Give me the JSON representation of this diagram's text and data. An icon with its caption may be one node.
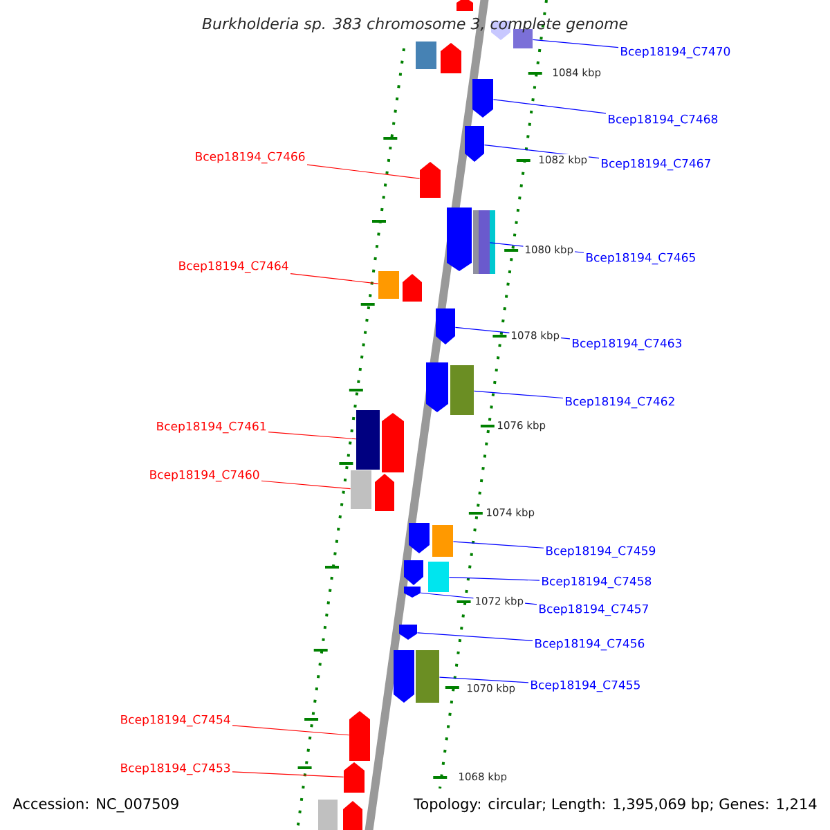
{
  "diagram": {
    "title": "Burkholderia sp. 383 chromosome 3, complete genome",
    "nodes": [
      {
        "text": [
          "Bcep18194_C7470"
        ]
      },
      {
        "text": [
          "Bcep18194_C7468"
        ]
      },
      {
        "text": [
          "Bcep18194_C7466"
        ]
      },
      {
        "text": [
          "Bcep18194_C7467"
        ]
      },
      {
        "text": [
          "Bcep18194_C7465"
        ]
      },
      {
        "text": [
          "Bcep18194_C7464"
        ]
      },
      {
        "text": [
          "Bcep18194_C7463"
        ]
      },
      {
        "text": [
          "Bcep18194_C7462"
        ]
      },
      {
        "text": [
          "Bcep18194_C7461"
        ]
      },
      {
        "text": [
          "Bcep18194_C7460"
        ]
      },
      {
        "text": [
          "Bcep18194_C7459"
        ]
      },
      {
        "text": [
          "Bcep18194_C7458"
        ]
      },
      {
        "text": [
          "Bcep18194_C7457"
        ]
      },
      {
        "text": [
          "Bcep18194_C7456"
        ]
      },
      {
        "text": [
          "Bcep18194_C7455"
        ]
      },
      {
        "text": [
          "Bcep18194_C7454"
        ]
      },
      {
        "text": [
          "Bcep18194_C7453"
        ]
      },
      {
        "text": [],
        "shape": "box"
      },
      {
        "text": [],
        "shape": "arrow"
      },
      {
        "text": [],
        "shape": "arrow"
      },
      {
        "text": [],
        "shape": "arrow"
      },
      {
        "text": [],
        "shape": "box"
      },
      {
        "text": [],
        "shape": "box"
      },
      {
        "text": [],
        "shape": "arrow"
      },
      {
        "text": [],
        "shape": "box"
      },
      {
        "text": [],
        "shape": "box"
      },
      {
        "text": [],
        "shape": "box"
      },
      {
        "text": [],
        "shape": "box"
      },
      {
        "text": [],
        "shape": "box"
      },
      {
        "text": [],
        "shape": "arrow"
      },
      {
        "text": [],
        "shape": "arrow"
      },
      {
        "text": [],
        "shape": "box"
      },
      {
        "text": [],
        "shape": "arrow"
      },
      {
        "text": [],
        "shape": "arrow"
      },
      {
        "text": [],
        "shape": "arrow"
      },
      {
        "text": [],
        "shape": "arrow"
      },
      {
        "text": [],
        "shape": "box"
      },
      {
        "text": [],
        "shape": "arrow"
      },
      {
        "text": [],
        "shape": "arrow"
      },
      {
        "text": [],
        "shape": "arrow"
      },
      {
        "text": [],
        "shape": "arrow"
      },
      {
        "text": [],
        "shape": "arrow"
      },
      {
        "text": [],
        "shape": "arrow"
      },
      {
        "text": [],
        "shape": "arrow"
      },
      {
        "text": [],
        "shape": "arrow"
      },
      {
        "text": [],
        "shape": "arrow"
      },
      {
        "text": [],
        "shape": "box"
      },
      {
        "text": [],
        "shape": "arrow"
      }
    ],
    "edges": [
      {
        "from": 0,
        "to": 17,
        "arrow": "none"
      },
      {
        "from": 1,
        "to": 18,
        "arrow": "none"
      },
      {
        "from": 2,
        "to": 19,
        "arrow": "none",
        "color": "#ff0000"
      },
      {
        "from": 3,
        "to": 20,
        "arrow": "none"
      },
      {
        "from": 4,
        "to": 21,
        "arrow": "none"
      },
      {
        "from": 5,
        "to": 22,
        "arrow": "none",
        "color": "#ff0000"
      },
      {
        "from": 6,
        "to": 23,
        "arrow": "none"
      },
      {
        "from": 7,
        "to": 24,
        "arrow": "none"
      },
      {
        "from": 8,
        "to": 25,
        "arrow": "none",
        "color": "#ff0000"
      },
      {
        "from": 9,
        "to": 26,
        "arrow": "none",
        "color": "#ff0000"
      },
      {
        "from": 10,
        "to": 27,
        "arrow": "none"
      },
      {
        "from": 11,
        "to": 28,
        "arrow": "none"
      },
      {
        "from": 12,
        "to": 29,
        "arrow": "none"
      },
      {
        "from": 13,
        "to": 30,
        "arrow": "none"
      },
      {
        "from": 14,
        "to": 31,
        "arrow": "none"
      },
      {
        "from": 15,
        "to": 32,
        "arrow": "none",
        "color": "#ff0000"
      },
      {
        "from": 16,
        "to": 33,
        "arrow": "none",
        "color": "#ff0000"
      }
    ],
    "labels": [
      "1084 kbp",
      "1082 kbp",
      "1080 kbp",
      "1078 kbp",
      "1076 kbp",
      "1074 kbp",
      "1072 kbp",
      "1070 kbp",
      "1068 kbp",
      "Accession: NC_007509",
      "Topology: circular; Length: 1,395,069 bp; Genes: 1,214"
    ]
  }
}
